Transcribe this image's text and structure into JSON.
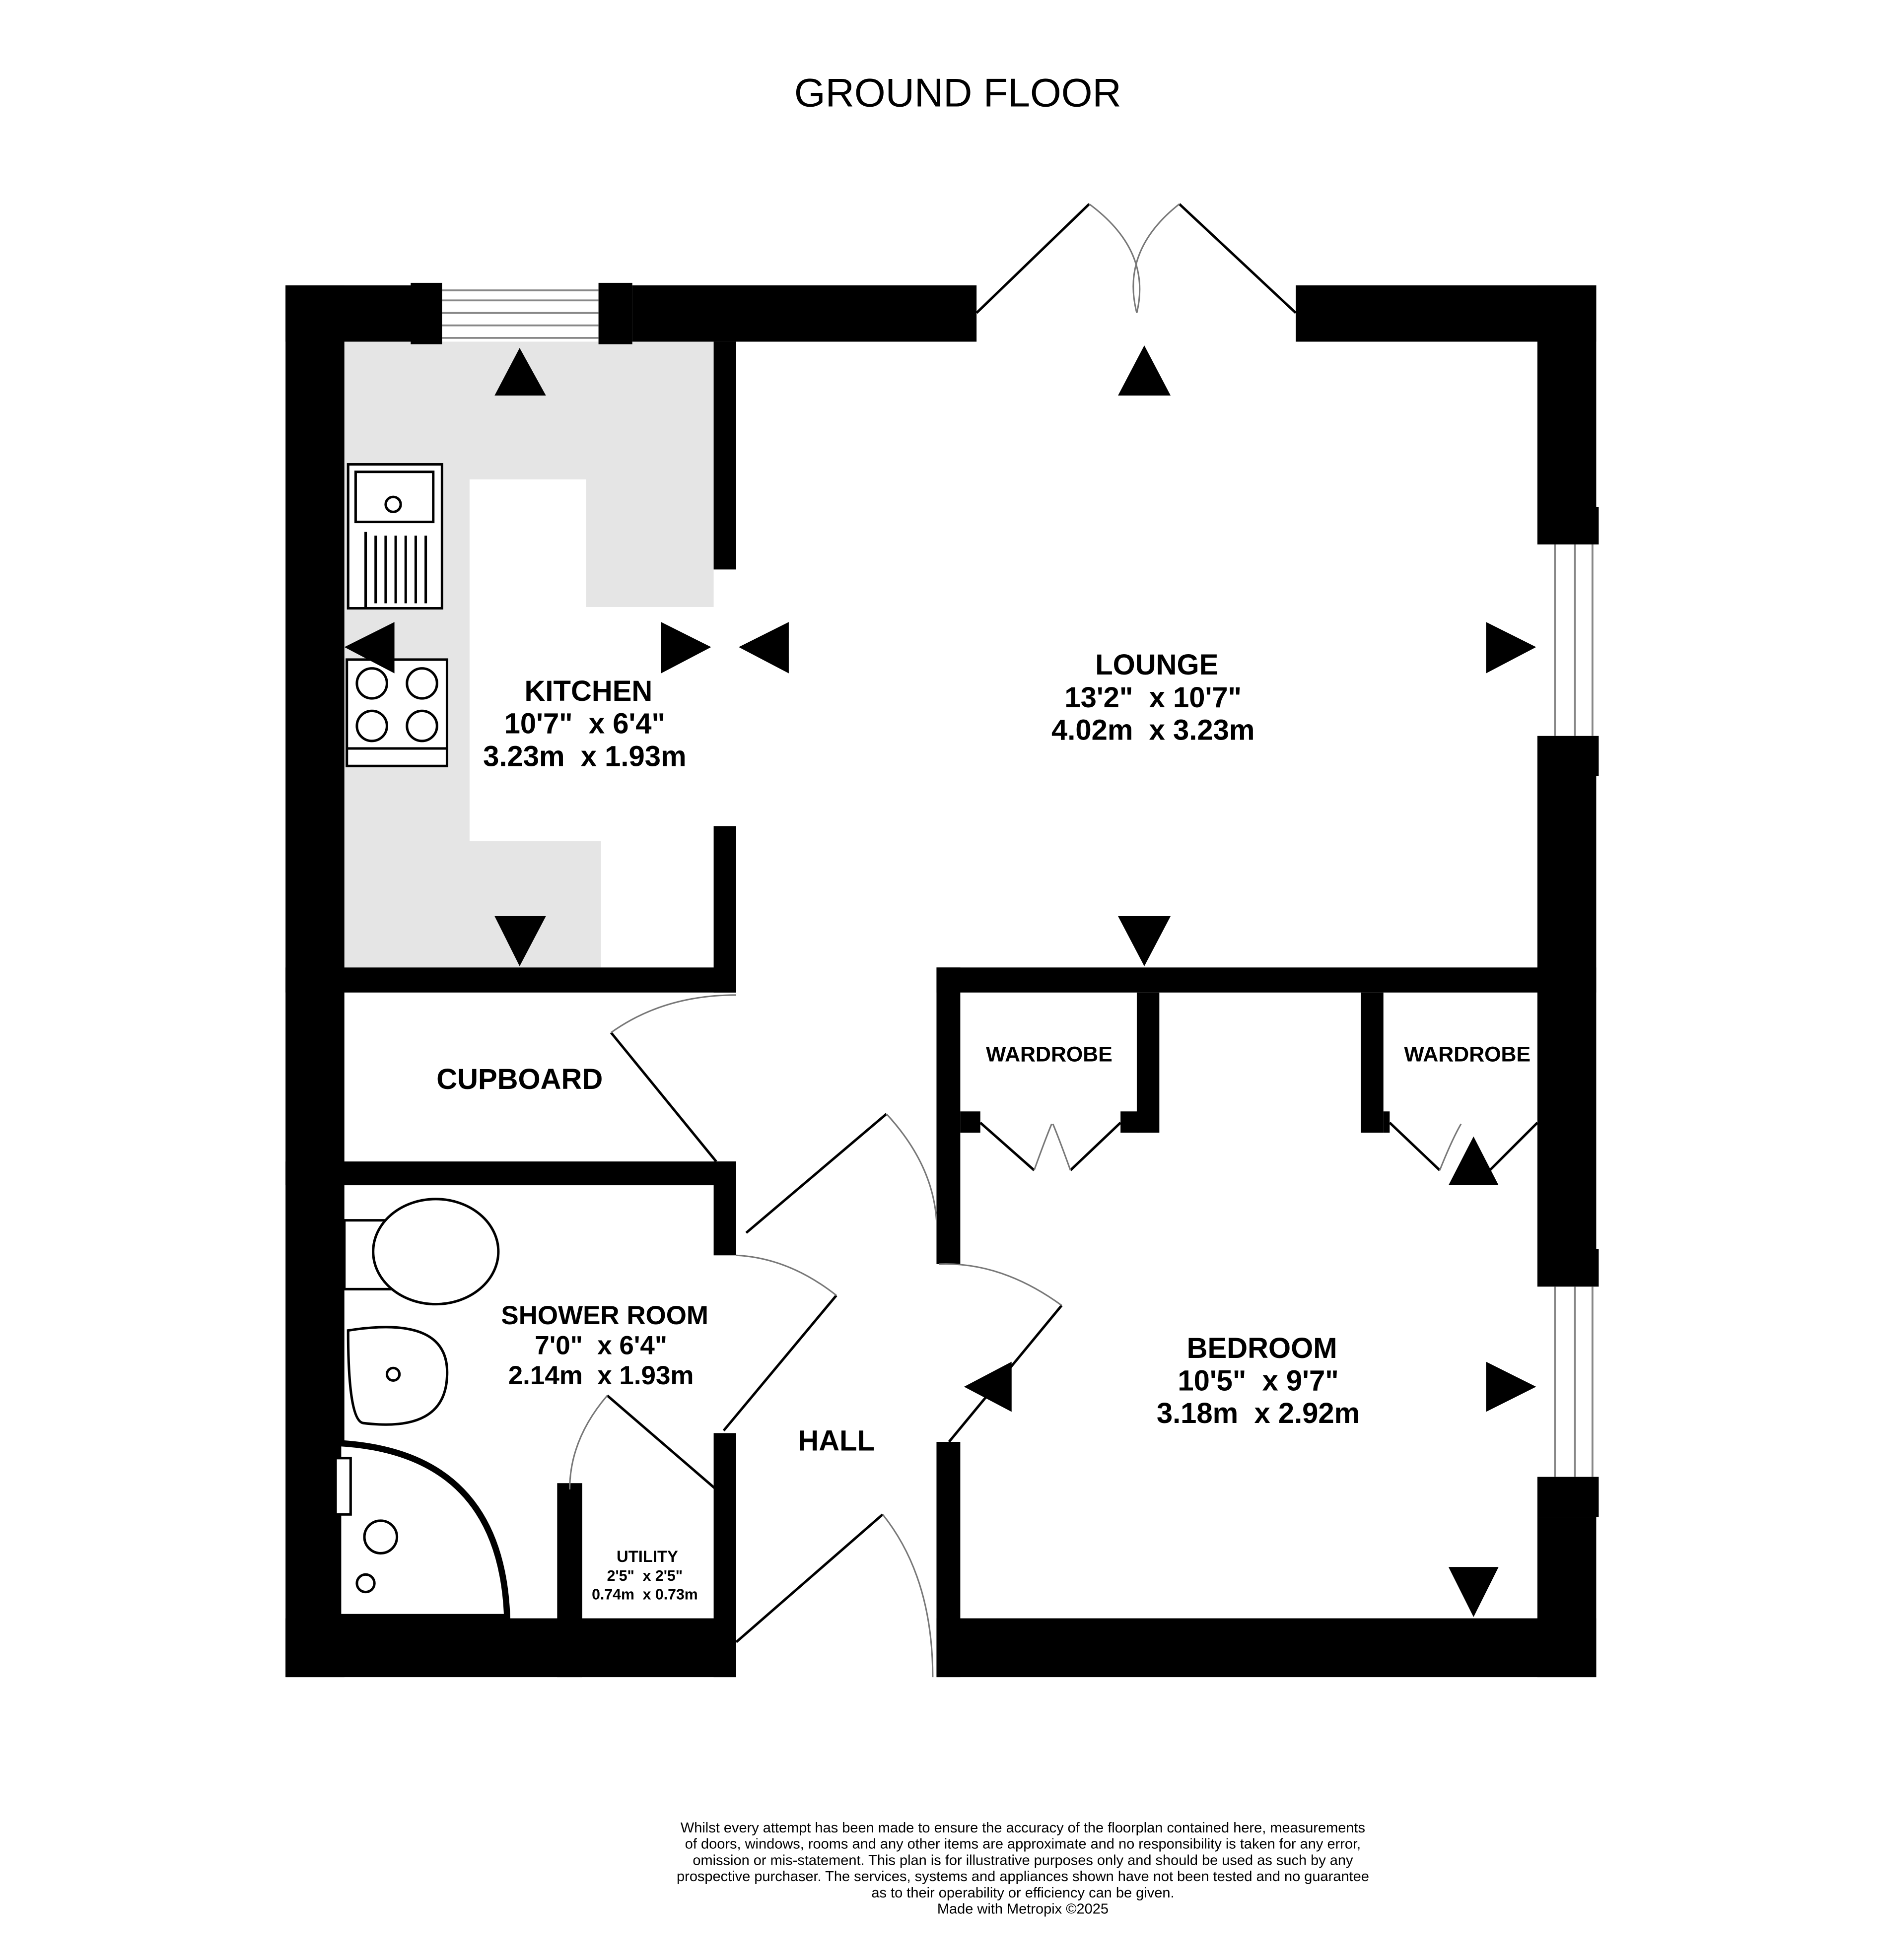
{
  "title": "GROUND FLOOR",
  "rooms": {
    "kitchen": {
      "name": "KITCHEN",
      "imperial": "10'7\"  x 6'4\"",
      "metric": "3.23m  x 1.93m"
    },
    "lounge": {
      "name": "LOUNGE",
      "imperial": "13'2\"  x 10'7\"",
      "metric": "4.02m  x 3.23m"
    },
    "cupboard": {
      "name": "CUPBOARD"
    },
    "wardrobe_left": {
      "name": "WARDROBE"
    },
    "wardrobe_right": {
      "name": "WARDROBE"
    },
    "shower_room": {
      "name": "SHOWER ROOM",
      "imperial": "7'0\"  x 6'4\"",
      "metric": "2.14m  x 1.93m"
    },
    "utility": {
      "name": "UTILITY",
      "imperial": "2'5\"  x 2'5\"",
      "metric": "0.74m  x 0.73m"
    },
    "hall": {
      "name": "HALL"
    },
    "bedroom": {
      "name": "BEDROOM",
      "imperial": "10'5\"  x 9'7\"",
      "metric": "3.18m  x 2.92m"
    }
  },
  "disclaimer": [
    "Whilst every attempt has been made to ensure the accuracy of the floorplan contained here, measurements",
    "of doors, windows, rooms and any other items are approximate and no responsibility is taken for any error,",
    "omission or mis-statement. This plan is for illustrative purposes only and should be used as such by any",
    "prospective purchaser. The services, systems and appliances shown have not been tested and no guarantee",
    "as to their operability or efficiency can be given.",
    "Made with Metropix ©2025"
  ],
  "colors": {
    "wall": "#000000",
    "counter": "#e5e5e5"
  }
}
